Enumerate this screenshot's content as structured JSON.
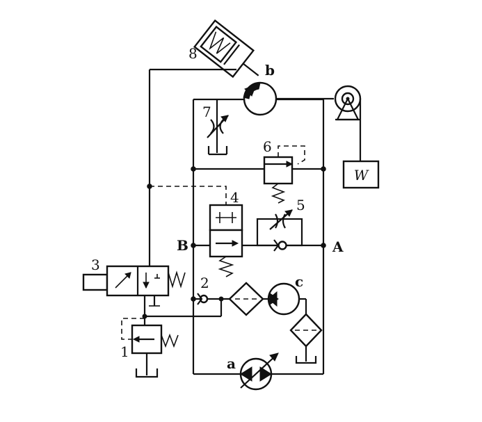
{
  "diagram": {
    "labels": {
      "component_1": "1",
      "component_2": "2",
      "component_3": "3",
      "component_4": "4",
      "component_5": "5",
      "component_6": "6",
      "component_7": "7",
      "component_8": "8",
      "pump_a": "a",
      "motor_b": "b",
      "pump_c": "c",
      "node_A": "A",
      "node_B": "B",
      "load_W": "W"
    }
  }
}
